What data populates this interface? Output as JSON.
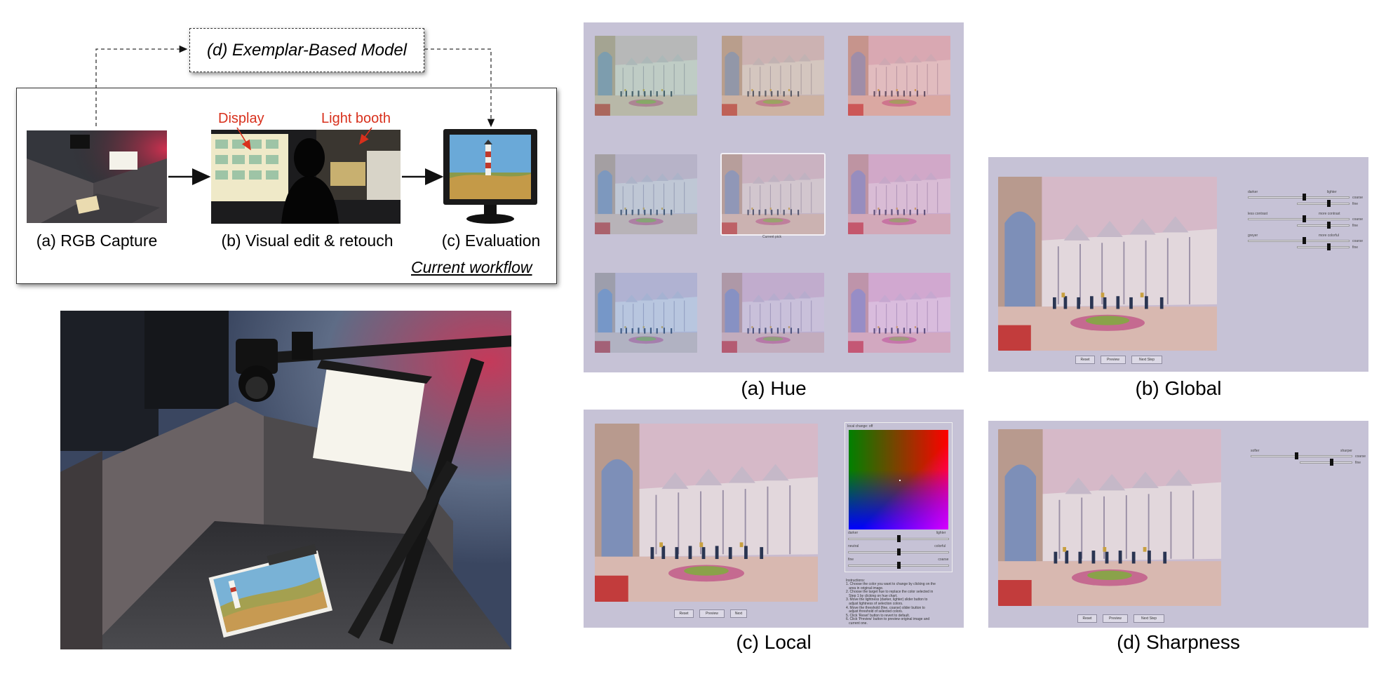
{
  "workflow": {
    "exemplar_model": "(d) Exemplar-Based Model",
    "current_workflow": "Current workflow",
    "steps": [
      {
        "label": "(a) RGB Capture"
      },
      {
        "label": "(b) Visual edit & retouch"
      },
      {
        "label": "(c) Evaluation"
      }
    ],
    "annotations": {
      "display": "Display",
      "light_booth": "Light booth"
    }
  },
  "panels": {
    "hue": {
      "caption": "(a) Hue",
      "current_pick": "Current pick",
      "tile_tints": [
        "#7fb89a",
        "#b9a58a",
        "#e08a8a",
        "#7faac8",
        "#b4a5b5",
        "#c98ac9",
        "#6aa6e6",
        "#9a94d8",
        "#c88ae0"
      ]
    },
    "global": {
      "caption": "(b) Global",
      "sliders": [
        {
          "left": "darker",
          "right": "lighter",
          "value": 0.55,
          "fine": 0.6
        },
        {
          "left": "less contrast",
          "right": "more contrast",
          "value": 0.55,
          "fine": 0.6
        },
        {
          "left": "greyer",
          "right": "more colorful",
          "value": 0.55,
          "fine": 0.6
        }
      ],
      "side_labels": [
        "coarse",
        "fine"
      ],
      "buttons": [
        "Reset",
        "Preview",
        "Next Step"
      ]
    },
    "local": {
      "caption": "(c) Local",
      "box_title": "local change: off",
      "sliders": [
        {
          "left": "darker",
          "right": "lighter",
          "value": 0.5
        },
        {
          "left": "neutral",
          "right": "colorful",
          "value": 0.5
        },
        {
          "left": "fine",
          "right": "coarse",
          "value": 0.5
        }
      ],
      "instructions_title": "Instructions:",
      "instructions": [
        "1. Choose the color you want to change by clicking on the",
        "   area in original image.",
        "2. Choose the target hue to replace the color selected in",
        "   Step 1 by clicking on hue chart.",
        "3. Move the lightness (darker, lighter) slider button to",
        "   adjust lightness of selection colors.",
        "4. Move the threshold (fine, coarse) slider button to",
        "   adjust threshold of selected colors.",
        "5. Click 'Reset' button to revert to default.",
        "6. Click 'Preview' button to preview original image and",
        "   current one."
      ],
      "buttons": [
        "Reset",
        "Preview",
        "Next"
      ]
    },
    "sharpness": {
      "caption": "(d) Sharpness",
      "slider": {
        "left": "softer",
        "right": "sharper",
        "value": 0.45,
        "fine": 0.6
      },
      "side_labels": [
        "coarse",
        "fine"
      ],
      "buttons": [
        "Reset",
        "Preview",
        "Next Step"
      ]
    }
  },
  "colors": {
    "panel_bg": "#c6c2d6",
    "annotation_red": "#d8301c",
    "arrow": "#111111"
  }
}
